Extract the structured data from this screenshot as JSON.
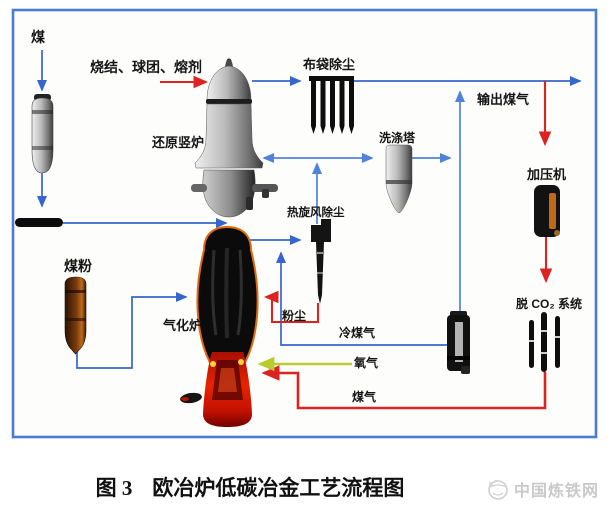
{
  "diagram": {
    "labels": {
      "coal": "煤",
      "sinter_pellet_flux": "烧结、球团、熔剂",
      "reduction_shaft_furnace": "还原竖炉",
      "bag_dust_collector": "布袋除尘",
      "washing_tower": "洗涤塔",
      "output_gas": "输出煤气",
      "pressurizer": "加压机",
      "hot_cyclone": "热旋风除尘",
      "dust": "粉尘",
      "cold_gas": "冷煤气",
      "gasifier": "气化炉",
      "coal_powder": "煤粉",
      "oxygen": "氧气",
      "coal_gas": "煤气",
      "co2_removal_system": "脱 CO₂ 系统"
    }
  },
  "caption": {
    "prefix": "图 3",
    "title": "欧冶炉低碳冶金工艺流程图"
  },
  "watermark": {
    "text": "中国炼铁网"
  },
  "colors": {
    "pipe_blue": "#3566cd",
    "pipe_red": "#dd2222",
    "pipe_green": "#b8cc2a",
    "frame_blue": "#4a7cd6",
    "hearth_red": "#d41800",
    "watermark_gray": "#c9c9c9"
  }
}
